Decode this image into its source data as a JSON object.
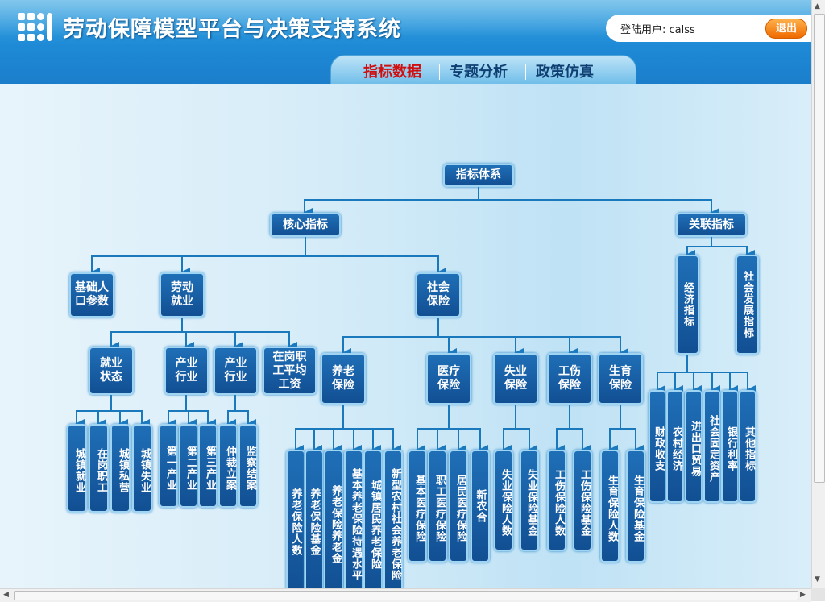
{
  "header": {
    "title": "劳动保障模型平台与决策支持系统",
    "user_label": "登陆用户: calss",
    "logout_label": "退出"
  },
  "nav": {
    "tabs": [
      {
        "label": "指标数据",
        "active": true
      },
      {
        "label": "专题分析",
        "active": false
      },
      {
        "label": "政策仿真",
        "active": false
      }
    ]
  },
  "tree": {
    "root": "指标体系",
    "core": "核心指标",
    "related": "关联指标",
    "basic_population": "基础人口参数",
    "labor_employment": "劳动就业",
    "social_insurance": "社会保险",
    "employment_status": "就业状态",
    "industry_sector_1": "产业行业",
    "industry_sector_2": "产业行业",
    "avg_wage": "在岗职工平均工资",
    "employment_status_children": [
      "城镇就业",
      "在岗职工",
      "城镇私营",
      "城镇失业"
    ],
    "industry_children": [
      "第一产业",
      "第二产业",
      "第三产业"
    ],
    "labor_dispute_children": [
      "仲裁立案",
      "监察结案"
    ],
    "pension": "养老保险",
    "medical": "医疗保险",
    "unemployment": "失业保险",
    "injury": "工伤保险",
    "maternity": "生育保险",
    "pension_children": [
      "养老保险人数",
      "养老保险基金",
      "养老保险养老金",
      "基本养老保险待遇水平",
      "城镇居民养老保险",
      "新型农村社会养老保险"
    ],
    "medical_children": [
      "基本医疗保险",
      "职工医疗保险",
      "居民医疗保险",
      "新农合"
    ],
    "unemployment_children": [
      "失业保险人数",
      "失业保险基金"
    ],
    "injury_children": [
      "工伤保险人数",
      "工伤保险基金"
    ],
    "maternity_children": [
      "生育保险人数",
      "生育保险基金"
    ],
    "economic": "经济指标",
    "social_dev": "社会发展指标",
    "economic_children": [
      "财政收支",
      "农村经济",
      "进出口贸易",
      "社会固定资产",
      "银行利率",
      "其他指标"
    ]
  },
  "colors": {
    "header_blue": "#1e8ad6",
    "node_blue": "#124f93",
    "active_tab": "#d01010",
    "logout_orange": "#ef6a00"
  }
}
